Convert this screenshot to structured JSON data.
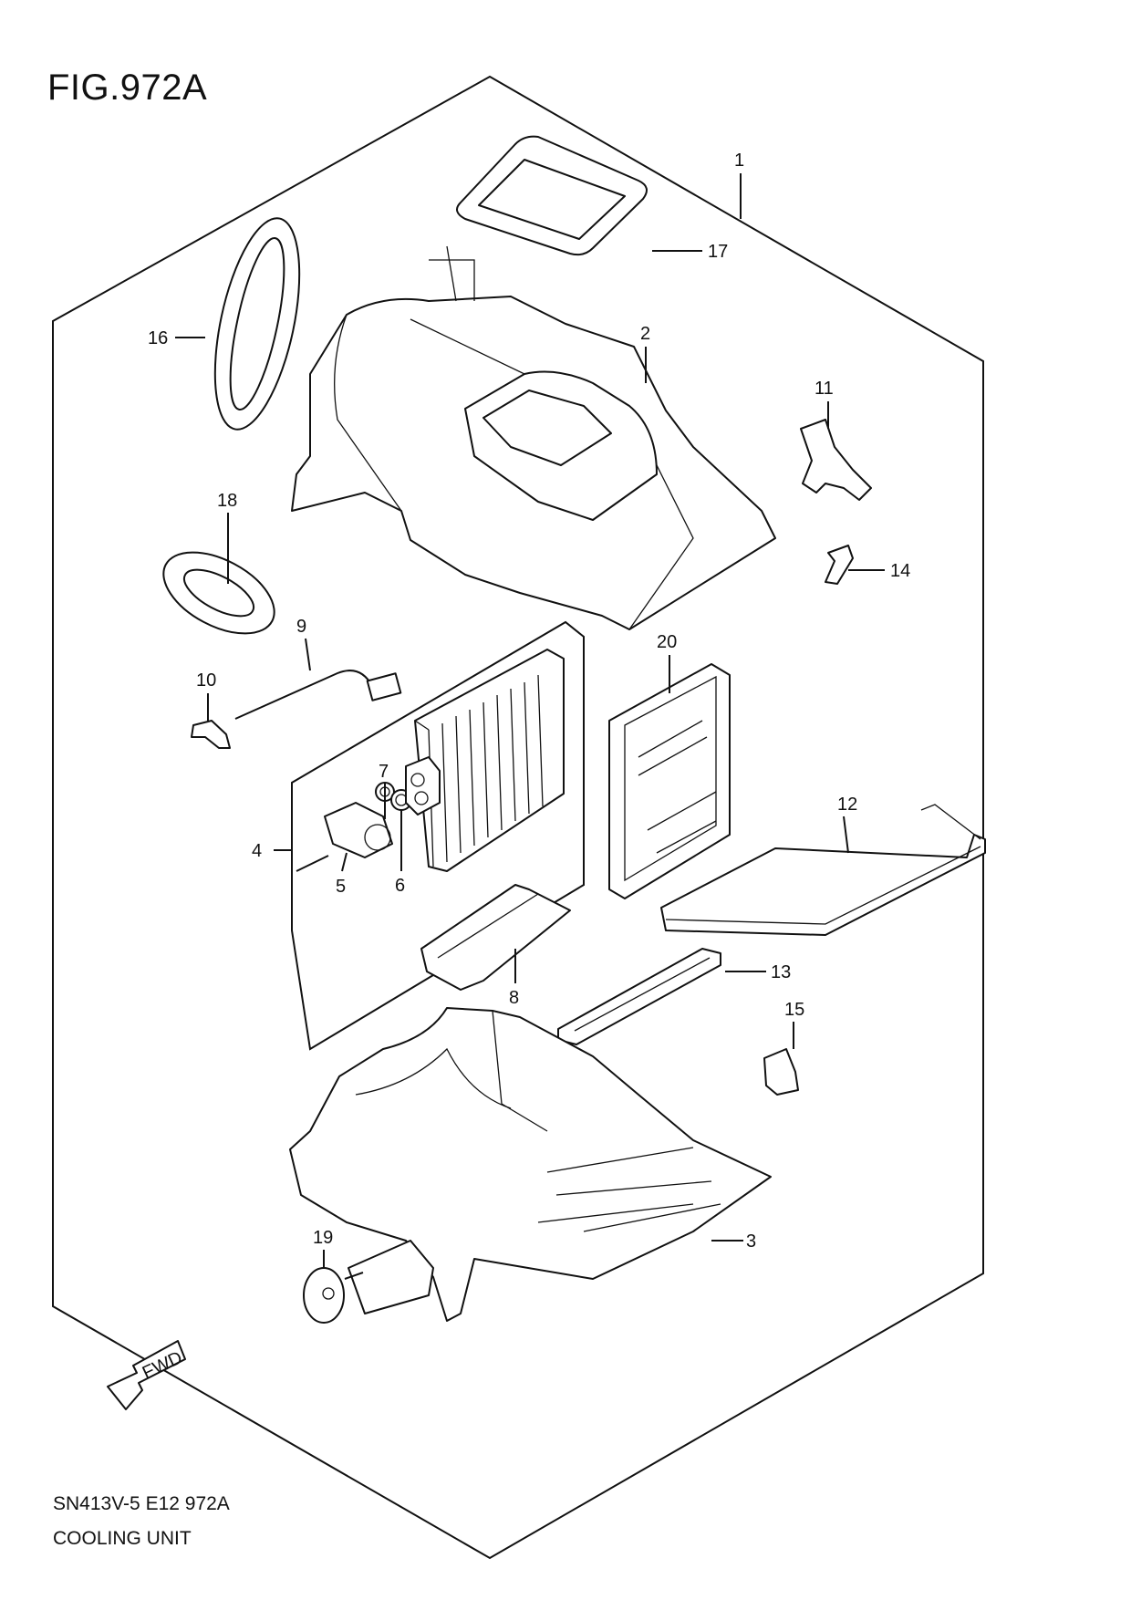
{
  "header": {
    "figure_title": "FIG.972A"
  },
  "footer": {
    "code": "SN413V-5 E12 972A",
    "caption": "COOLING UNIT"
  },
  "fwd_arrow": {
    "label": "FWD"
  },
  "callouts": [
    "1",
    "2",
    "3",
    "4",
    "5",
    "6",
    "7",
    "8",
    "9",
    "10",
    "11",
    "12",
    "13",
    "14",
    "15",
    "16",
    "17",
    "18",
    "19",
    "20"
  ]
}
